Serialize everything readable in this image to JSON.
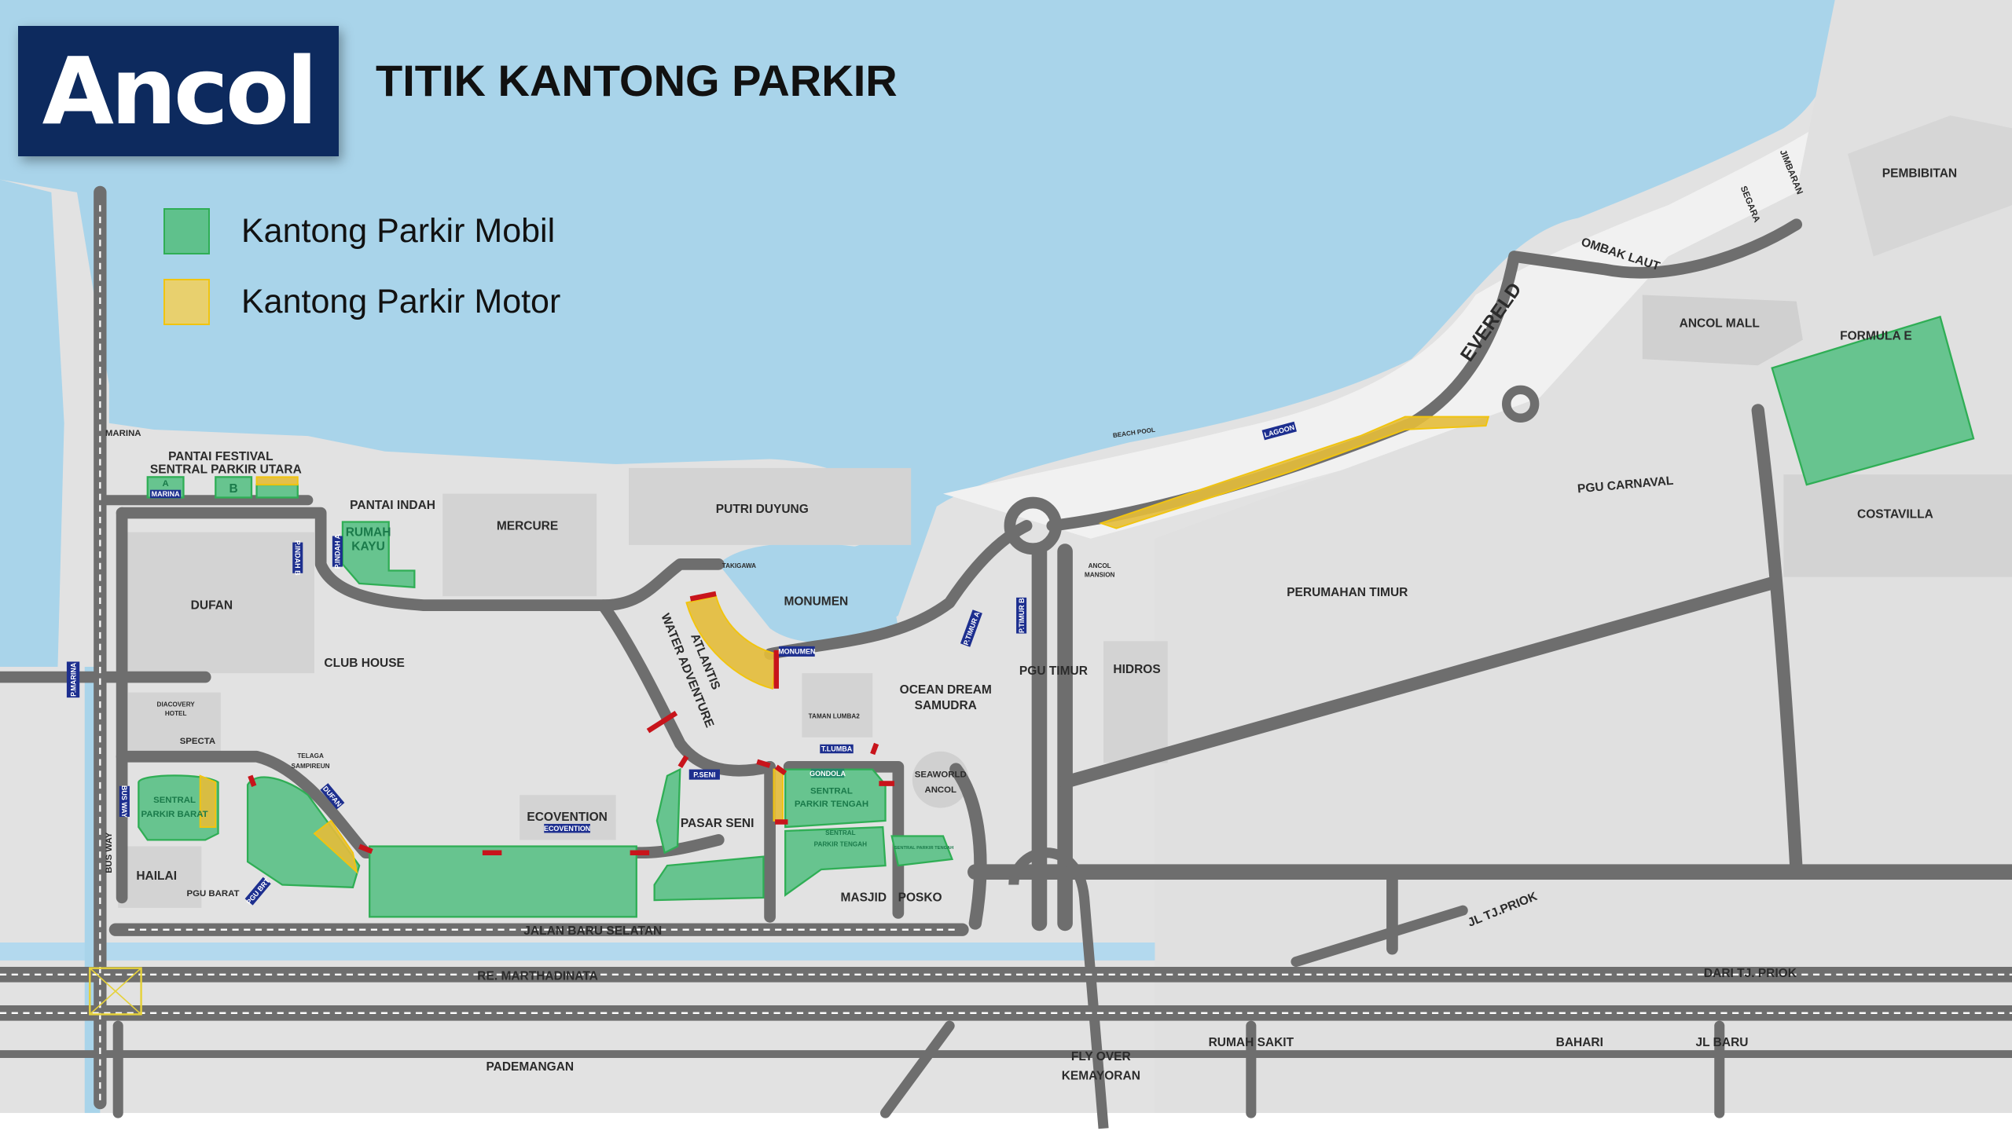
{
  "header": {
    "logo_text": "Ancol",
    "title": "TITIK KANTONG PARKIR"
  },
  "legend": [
    {
      "label": "Kantong Parkir Mobil",
      "color": "#67c48f"
    },
    {
      "label": "Kantong Parkir Motor",
      "color": "#e8d06e"
    }
  ],
  "colors": {
    "sea": "#a9d4ea",
    "land": "#e2e2e2",
    "road": "#6e6e6e",
    "car_parking": "#67c48f",
    "motor_parking": "#e4bd3a",
    "closure": "#c8141b",
    "logo_bg": "#0d2a5e"
  },
  "places": {
    "marina": "MARINA",
    "pantai_festival": "PANTAI FESTIVAL",
    "sentral_parkir_utara": "SENTRAL PARKIR UTARA",
    "pantai_indah": "PANTAI INDAH",
    "mercure": "MERCURE",
    "putri_duyung": "PUTRI DUYUNG",
    "rumah": "RUMAH",
    "kayu": "KAYU",
    "dufan": "DUFAN",
    "club_house": "CLUB HOUSE",
    "takigawa": "TAKIGAWA",
    "monumen": "MONUMEN",
    "atlantis": "ATLANTIS",
    "water_adventure": "WATER ADVENTURE",
    "ocean_dream": "OCEAN DREAM",
    "samudra": "SAMUDRA",
    "pgu_timur": "PGU TIMUR",
    "hidros": "HIDROS",
    "perumahan_timur": "PERUMAHAN TIMUR",
    "pgu_carnaval": "PGU CARNAVAL",
    "costavilla": "COSTAVILLA",
    "formula_e": "FORMULA E",
    "ancol_mall": "ANCOL MALL",
    "ombak_laut": "OMBAK LAUT",
    "evereld": "EVERELD",
    "segara": "SEGARA",
    "jimbaran": "JIMBARAN",
    "pembibitan": "PEMBIBITAN",
    "beach_pool": "BEACH POOL",
    "ancol": "ANCOL",
    "mansion": "MANSION",
    "taman_lumba": "TAMAN LUMBA2",
    "seaworld": "SEAWORLD",
    "sentral": "SENTRAL",
    "parkir_tengah": "PARKIR TENGAH",
    "sentral_parkir_tengah": "SENTRAL PARKIR TENGAH",
    "pasar_seni": "PASAR SENI",
    "ecovention": "ECOVENTION",
    "telaga": "TELAGA",
    "sampireun": "SAMPIREUN",
    "diacovery": "DIACOVERY",
    "hotel": "HOTEL",
    "specta": "SPECTA",
    "parkir_barat": "PARKIR BARAT",
    "hailai": "HAILAI",
    "pgu_barat": "PGU BARAT",
    "bus_way": "BUS WAY",
    "masjid": "MASJID",
    "posko": "POSKO",
    "jalan_baru_selatan": "JALAN BARU SELATAN",
    "re_marthadinata": "RE. MARTHADINATA",
    "dari_tj_priok": "DARI TJ. PRIOK",
    "jl_tj_priok": "JL TJ.PRIOK",
    "pademangan": "PADEMANGAN",
    "fly_over": "FLY OVER",
    "kemayoran": "KEMAYORAN",
    "rumah_sakit": "RUMAH SAKIT",
    "bahari": "BAHARI",
    "jl_baru": "JL BARU",
    "lot_a": "A",
    "lot_b": "B"
  },
  "signs": {
    "p_marina": "P.MARINA",
    "p_indah_b": "P.INDAH B",
    "p_indah_a": "P.INDAH A",
    "p_seni": "P.SENI",
    "monumen": "MONUMEN",
    "t_lumba": "T.LUMBA",
    "gondola": "GONDOLA",
    "p_timur_a": "P.TIMUR A",
    "p_timur_b": "P.TIMUR B",
    "lagoon": "LAGOON",
    "ecovention": "ECOVENTION",
    "bus_way": "BUS WAY",
    "dufan": "DUFAN",
    "pgu_brt": "PGU BRT",
    "marina": "MARINA"
  }
}
